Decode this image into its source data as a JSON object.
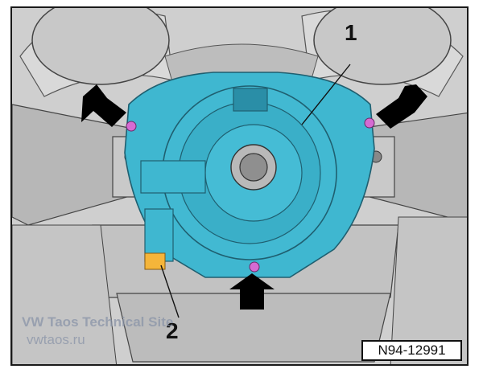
{
  "callouts": {
    "one": "1",
    "two": "2"
  },
  "watermark": {
    "line1": "VW Taos Technical Site",
    "line2": "vwtaos.ru"
  },
  "figure_code": "N94-12991",
  "colors": {
    "component_fill": "#3fb7d0",
    "component_dark": "#2a8ea7",
    "screw_highlight": "#d56bd2",
    "connector_orange": "#f5b53a",
    "background_gray": "#d4d4d4"
  },
  "icons": [
    "arrow-icon",
    "screw-icon"
  ]
}
